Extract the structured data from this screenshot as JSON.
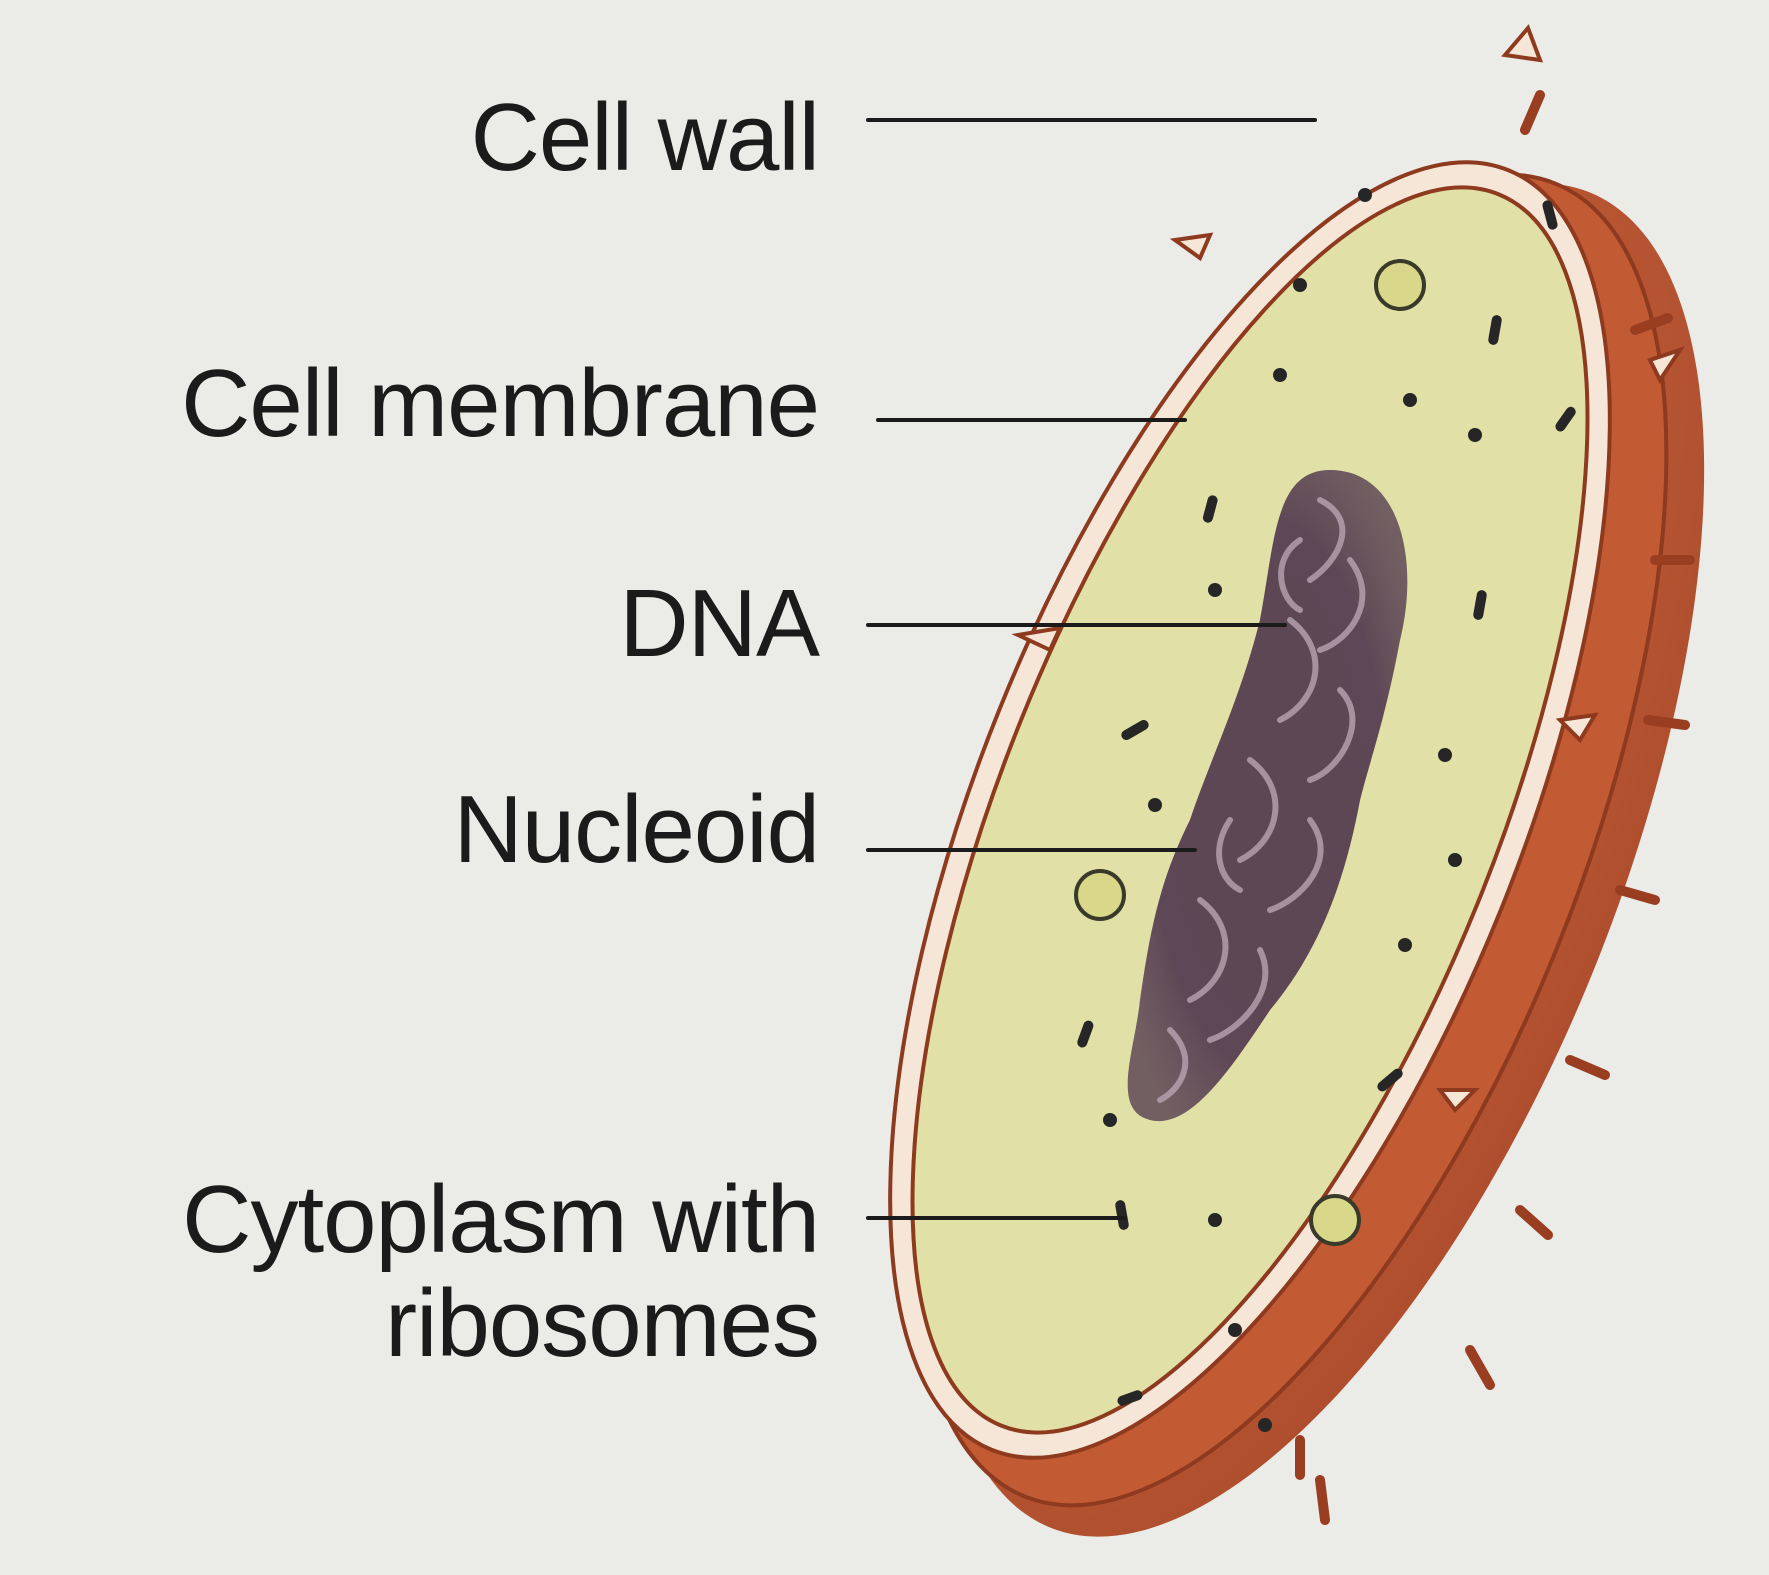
{
  "labels": {
    "cell_wall": "Cell wall",
    "cell_membrane": "Cell membrane",
    "dna": "DNA",
    "nucleoid": "Nucleoid",
    "cytoplasm_line1": "Cytoplasm with",
    "cytoplasm_line2": "ribosomes"
  },
  "colors": {
    "background": "#ebebe8",
    "cell_wall": "#c0562f",
    "cell_wall_dark": "#9a3e22",
    "membrane": "#f6e6d8",
    "cytoplasm": "#e1e0a6",
    "nucleoid": "#5e4856",
    "ribosome": "#262626",
    "leader_line": "#1b1b1b"
  }
}
